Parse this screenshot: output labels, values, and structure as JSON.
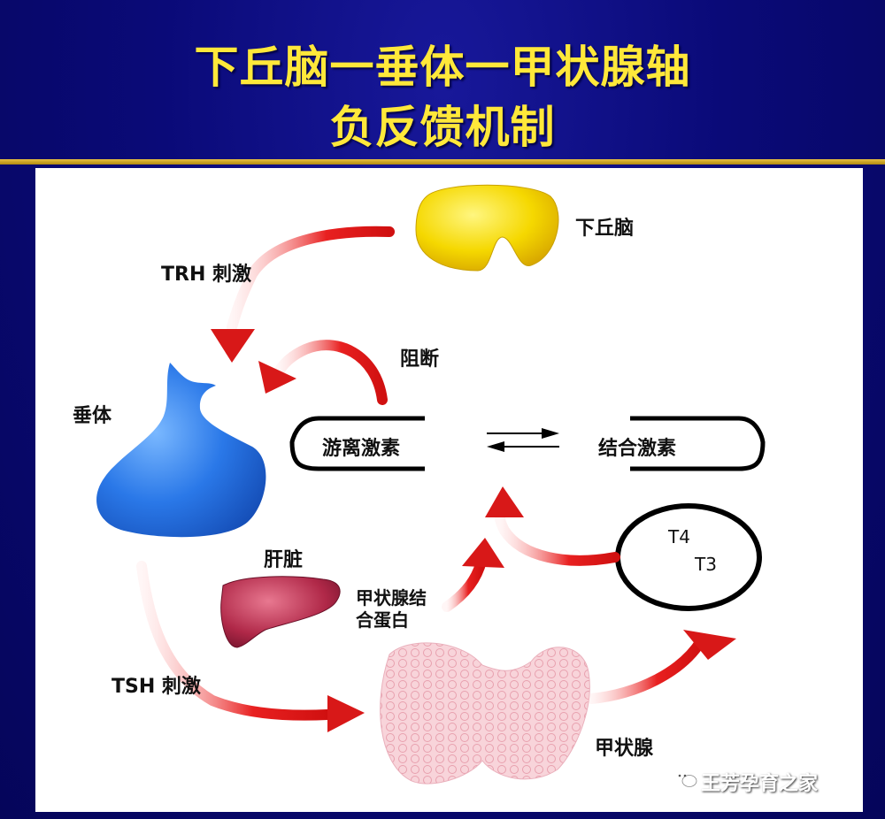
{
  "title": {
    "line1": "下丘脑一垂体一甲状腺轴",
    "line2": "负反馈机制"
  },
  "labels": {
    "hypothalamus": "下丘脑",
    "trh": "TRH 刺激",
    "block": "阻断",
    "pituitary": "垂体",
    "free_hormone": "游离激素",
    "bound_hormone": "结合激素",
    "liver": "肝脏",
    "tbg_line1": "甲状腺结",
    "tbg_line2": "合蛋白",
    "t4": "T4",
    "t3": "T3",
    "tsh": "TSH 刺激",
    "thyroid": "甲状腺"
  },
  "watermark": {
    "text": "王芳孕育之家"
  },
  "colors": {
    "title": "#ffe83a",
    "background": "#0a0a6e",
    "rule": "#d4a82a",
    "arrow": "#e01818",
    "hypothalamus": "#f2d400",
    "pituitary": "#2a78e8",
    "liver": "#b02848",
    "thyroid": "#f5c8d0"
  }
}
